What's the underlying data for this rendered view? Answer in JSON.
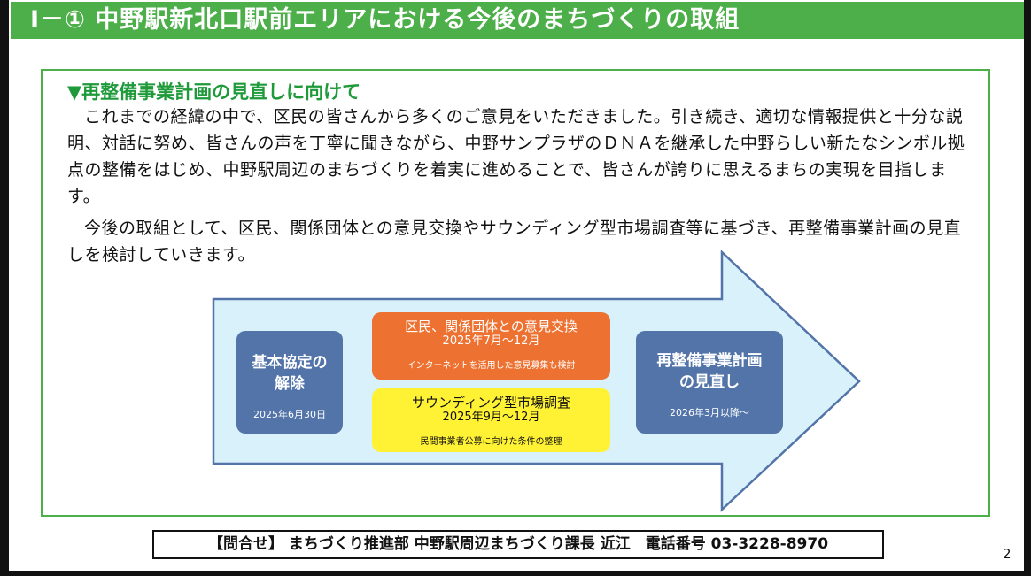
{
  "header": {
    "title": "Ⅰ－① 中野駅新北口駅前エリアにおける今後のまちづくりの取組"
  },
  "section": {
    "heading": "▼再整備事業計画の見直しに向けて",
    "paragraphs": [
      "これまでの経緯の中で、区民の皆さんから多くのご意見をいただきました。引き続き、適切な情報提供と十分な説明、対話に努め、皆さんの声を丁寧に聞きながら、中野サンプラザのＤＮＡを継承した中野らしい新たなシンボル拠点の整備をはじめ、中野駅周辺のまちづくりを着実に進めることで、皆さんが誇りに思えるまちの実現を目指します。",
      "今後の取組として、区民、関係団体との意見交換やサウンディング型市場調査等に基づき、再整備事業計画の見直しを検討していきます。"
    ]
  },
  "flow": {
    "release": {
      "title_line1": "基本協定の",
      "title_line2": "解除",
      "date": "2025年6月30日"
    },
    "exchange": {
      "title": "区民、関係団体との意見交換",
      "period": "2025年7月～12月",
      "note": "インターネットを活用した意見募集も検討"
    },
    "sounding": {
      "title": "サウンディング型市場調査",
      "period": "2025年9月～12月",
      "note": "民間事業者公募に向けた条件の整理"
    },
    "plan": {
      "title_line1": "再整備事業計画",
      "title_line2": "の見直し",
      "date": "2026年3月以降～"
    }
  },
  "footer": {
    "contact": "【問合せ】 まちづくり推進部 中野駅周辺まちづくり課長 近江　電話番号 03-3228-8970",
    "page_number": "2"
  },
  "colors": {
    "title_bar": "#4daf4a",
    "heading": "#1f9a3a",
    "arrow_fill": "#d8f1fb",
    "arrow_border": "#5274a8",
    "stage_box": "#5274a8",
    "exchange_box": "#ed7130",
    "sounding_box": "#fff234"
  }
}
